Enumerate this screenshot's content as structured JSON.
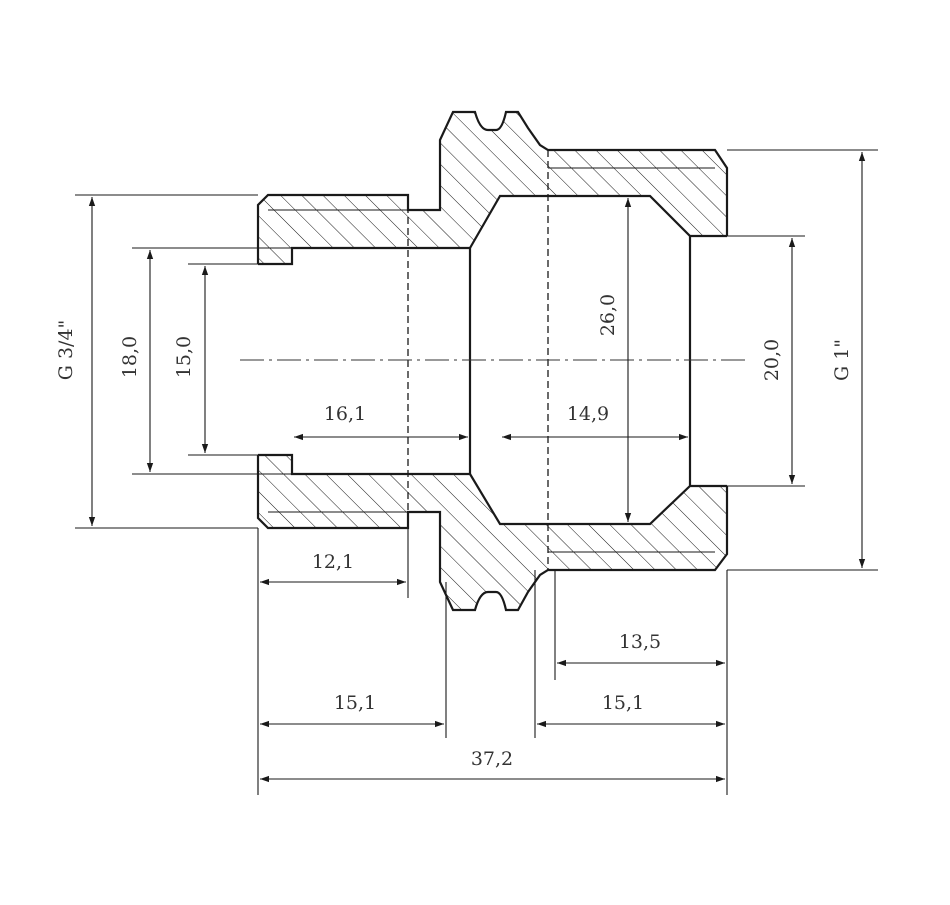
{
  "drawing": {
    "colors": {
      "line": "#1a1a1a",
      "text": "#333333",
      "background": "#ffffff"
    },
    "dimensions": {
      "thread_left": "G 3/4\"",
      "thread_right": "G 1\"",
      "dia_18": "18,0",
      "dia_15": "15,0",
      "dia_26": "26,0",
      "dia_20": "20,0",
      "len_16_1": "16,1",
      "len_14_9": "14,9",
      "len_12_1": "12,1",
      "len_13_5": "13,5",
      "len_15_1_left": "15,1",
      "len_15_1_right": "15,1",
      "len_37_2": "37,2"
    }
  }
}
